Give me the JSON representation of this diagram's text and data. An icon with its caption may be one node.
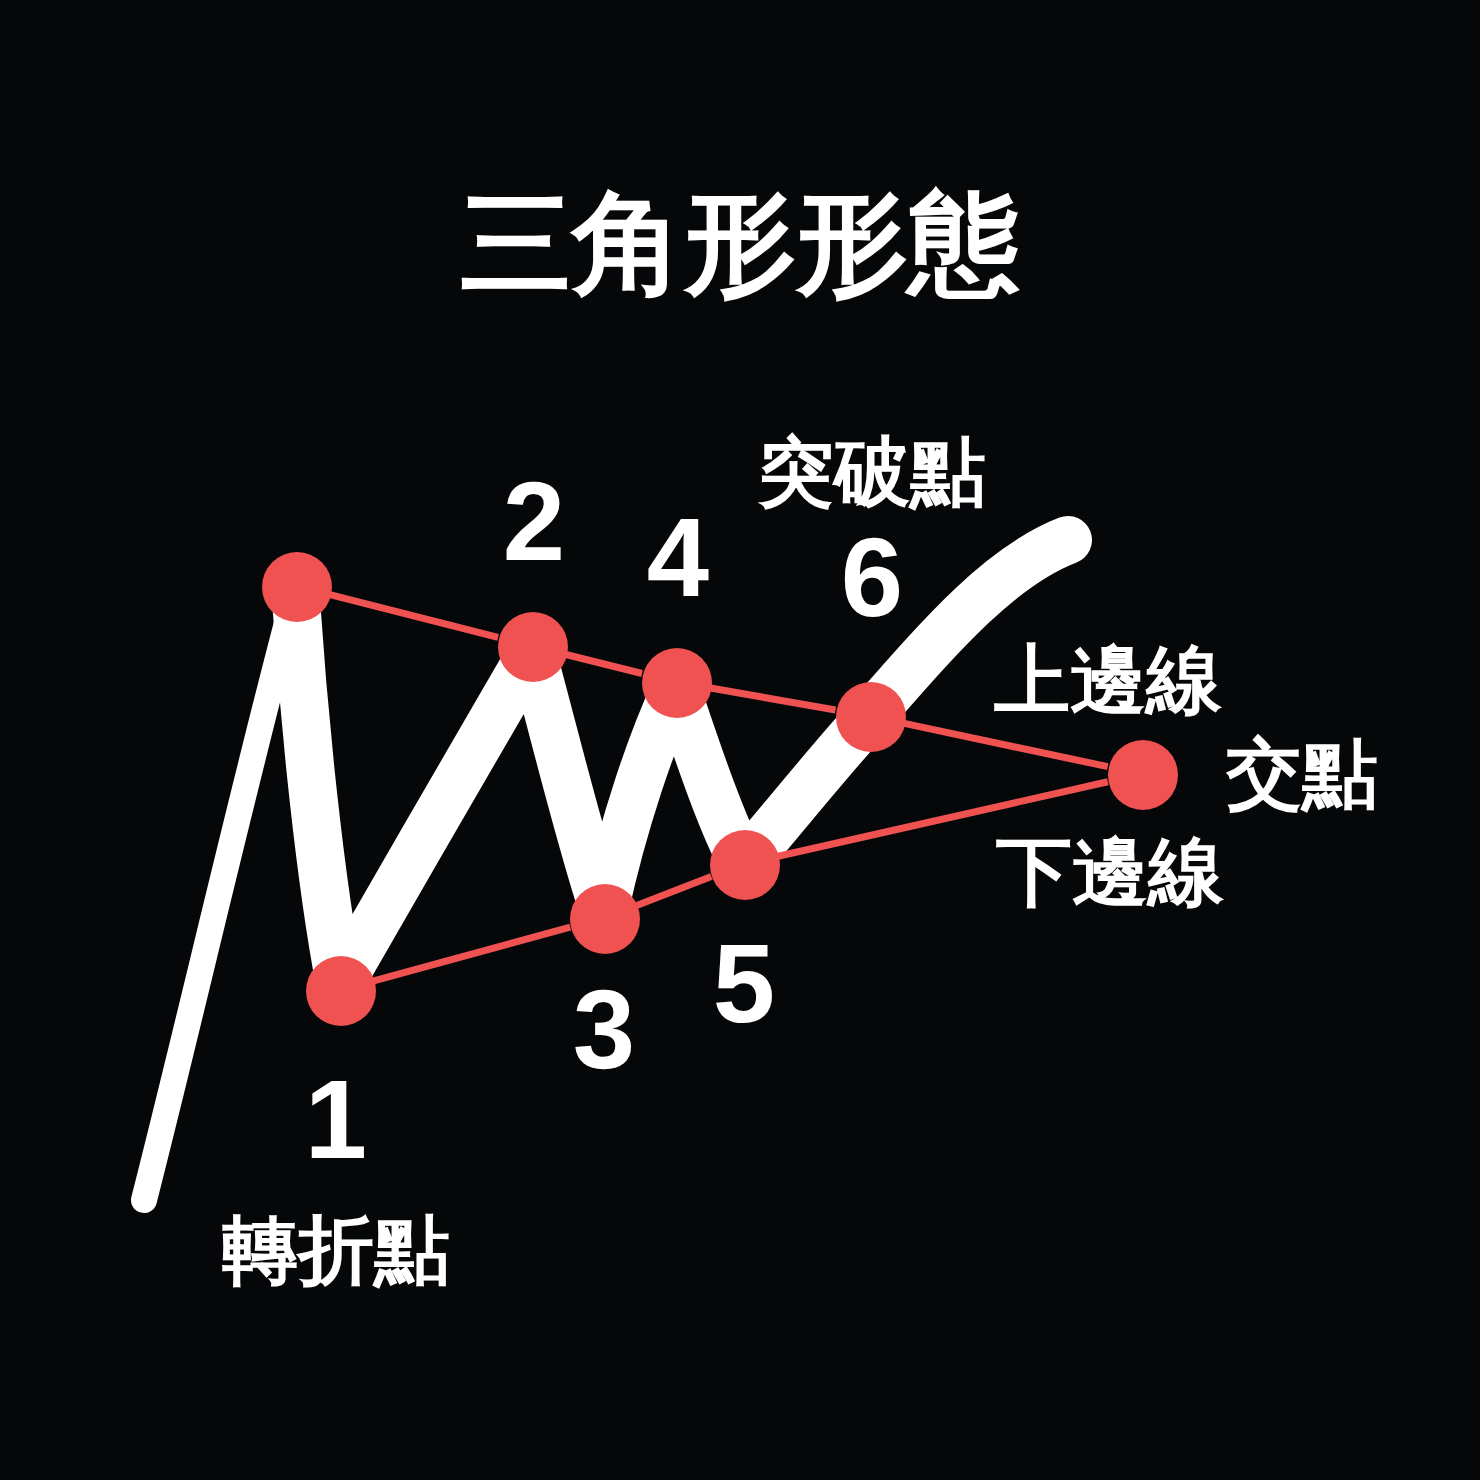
{
  "diagram": {
    "title": "三角形形態",
    "nodes": [
      {
        "text": [],
        "shape": "circle"
      },
      {
        "text": [],
        "shape": "circle",
        "beside": [
          "1",
          "轉折點"
        ]
      },
      {
        "text": [],
        "shape": "circle",
        "beside": [
          "2"
        ]
      },
      {
        "text": [],
        "shape": "circle",
        "beside": [
          "3"
        ]
      },
      {
        "text": [],
        "shape": "circle",
        "beside": [
          "4"
        ]
      },
      {
        "text": [],
        "shape": "circle",
        "beside": [
          "5"
        ]
      },
      {
        "text": [],
        "shape": "circle",
        "beside": [
          "突破點",
          "6"
        ]
      },
      {
        "text": [],
        "shape": "circle",
        "beside": [
          "交點"
        ]
      }
    ],
    "edges": [
      {
        "from": 0,
        "to": 2,
        "arrow": "none"
      },
      {
        "from": 2,
        "to": 4,
        "arrow": "none"
      },
      {
        "from": 4,
        "to": 6,
        "arrow": "none"
      },
      {
        "from": 6,
        "to": 7,
        "arrow": "none"
      },
      {
        "from": 1,
        "to": 3,
        "arrow": "none"
      },
      {
        "from": 3,
        "to": 5,
        "arrow": "none"
      },
      {
        "from": 5,
        "to": 7,
        "arrow": "none"
      }
    ],
    "labels": [
      "上邊線",
      "下邊線"
    ]
  }
}
